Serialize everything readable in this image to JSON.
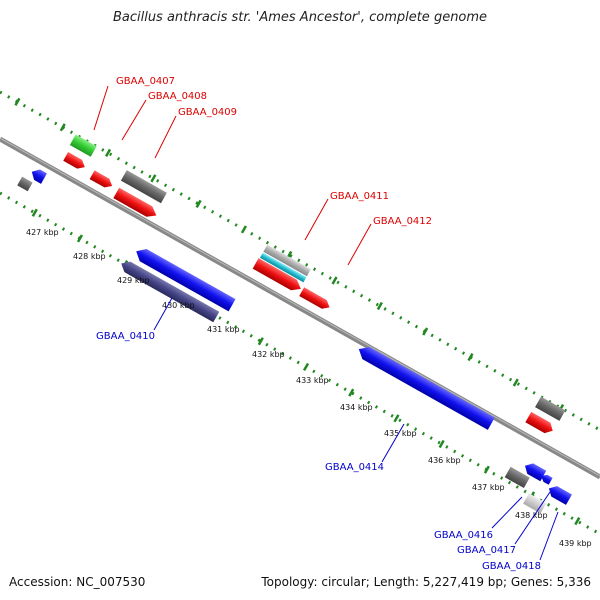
{
  "header": {
    "title": "Bacillus anthracis str. 'Ames Ancestor', complete genome"
  },
  "footer": {
    "accession": "Accession: NC_007530",
    "summary": "Topology: circular; Length: 5,227,419 bp; Genes: 5,336"
  },
  "colors": {
    "forward_cds": "#ee1111",
    "reverse_cds": "#1111ee",
    "forward_label": "#dd0000",
    "reverse_label": "#0000cc",
    "backbone": "#888888",
    "tick": "#228822",
    "rna_green": "#33cc33",
    "gray_feature": "#666666",
    "cyan_feature": "#22bbcc",
    "navy_feature": "#444488"
  },
  "ruler": {
    "labels": [
      "427 kbp",
      "428 kbp",
      "429 kbp",
      "430 kbp",
      "431 kbp",
      "432 kbp",
      "433 kbp",
      "434 kbp",
      "435 kbp",
      "436 kbp",
      "437 kbp",
      "438 kbp",
      "439 kbp"
    ]
  },
  "gene_labels": {
    "forward": [
      "GBAA_0407",
      "GBAA_0408",
      "GBAA_0409",
      "GBAA_0411",
      "GBAA_0412"
    ],
    "reverse": [
      "GBAA_0410",
      "GBAA_0414",
      "GBAA_0416",
      "GBAA_0417",
      "GBAA_0418"
    ]
  }
}
